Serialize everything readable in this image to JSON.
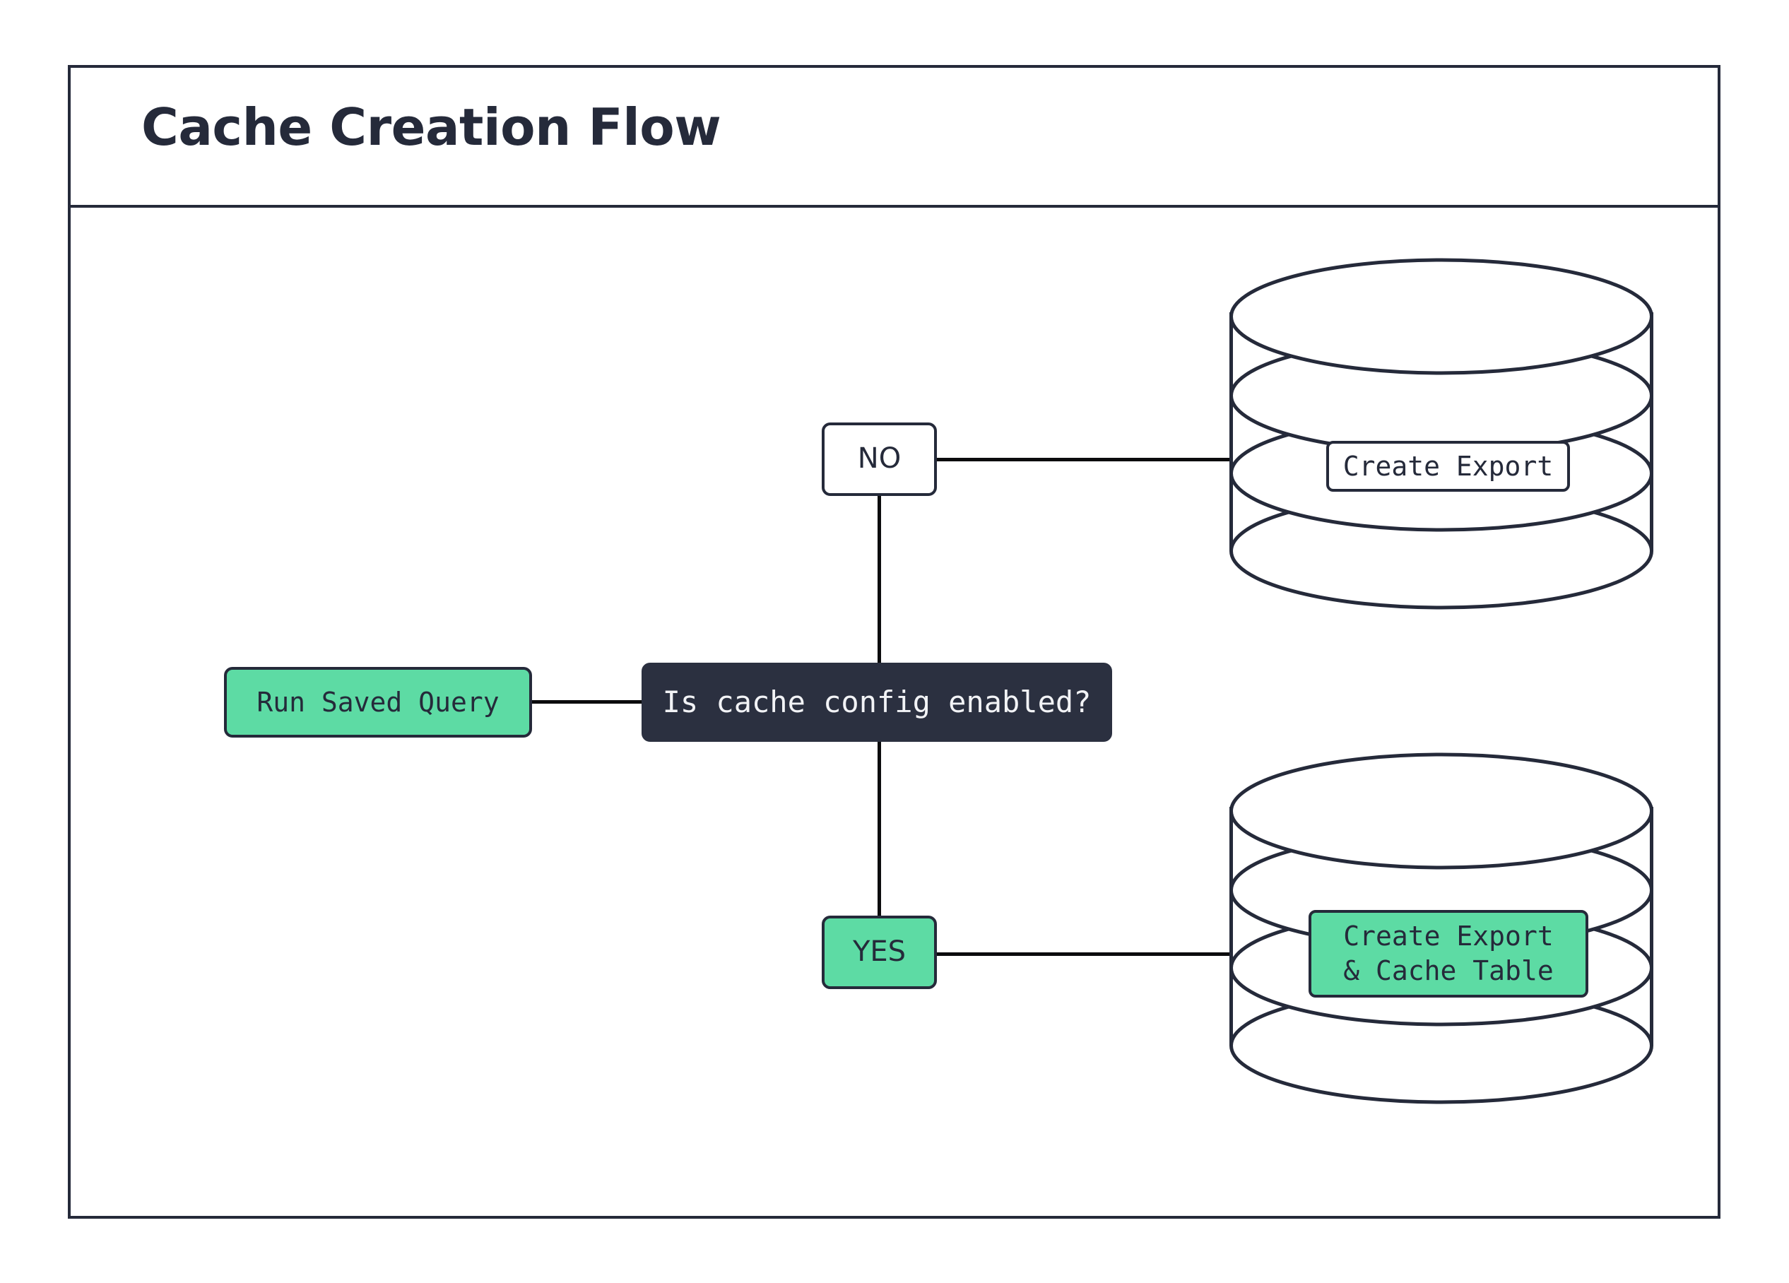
{
  "diagram": {
    "title": "Cache Creation Flow",
    "type": "flowchart",
    "colors": {
      "stroke": "#252a3a",
      "accent_green": "#5ddba4",
      "decision_fill": "#2b3040",
      "decision_text": "#f2f3f6",
      "background": "#ffffff",
      "edge": "#0b0b0d"
    },
    "nodes": [
      {
        "id": "run-saved-query",
        "label": "Run Saved Query",
        "shape": "rounded-rect",
        "fill": "green",
        "font": "mono"
      },
      {
        "id": "decision",
        "label": "Is cache config enabled?",
        "shape": "rounded-rect",
        "fill": "dark",
        "font": "mono"
      },
      {
        "id": "no",
        "label": "NO",
        "shape": "rounded-rect",
        "fill": "white",
        "font": "sans"
      },
      {
        "id": "yes",
        "label": "YES",
        "shape": "rounded-rect",
        "fill": "green",
        "font": "sans"
      },
      {
        "id": "db-export",
        "label": "Create Export",
        "shape": "database-cylinder",
        "fill": "white",
        "font": "mono"
      },
      {
        "id": "db-export-cache",
        "label": "Create Export\n& Cache Table",
        "shape": "database-cylinder",
        "fill": "green",
        "font": "mono"
      }
    ],
    "edges": [
      {
        "from": "run-saved-query",
        "to": "decision",
        "label": ""
      },
      {
        "from": "decision",
        "to": "no",
        "label": ""
      },
      {
        "from": "decision",
        "to": "yes",
        "label": ""
      },
      {
        "from": "no",
        "to": "db-export",
        "label": ""
      },
      {
        "from": "yes",
        "to": "db-export-cache",
        "label": ""
      }
    ]
  }
}
